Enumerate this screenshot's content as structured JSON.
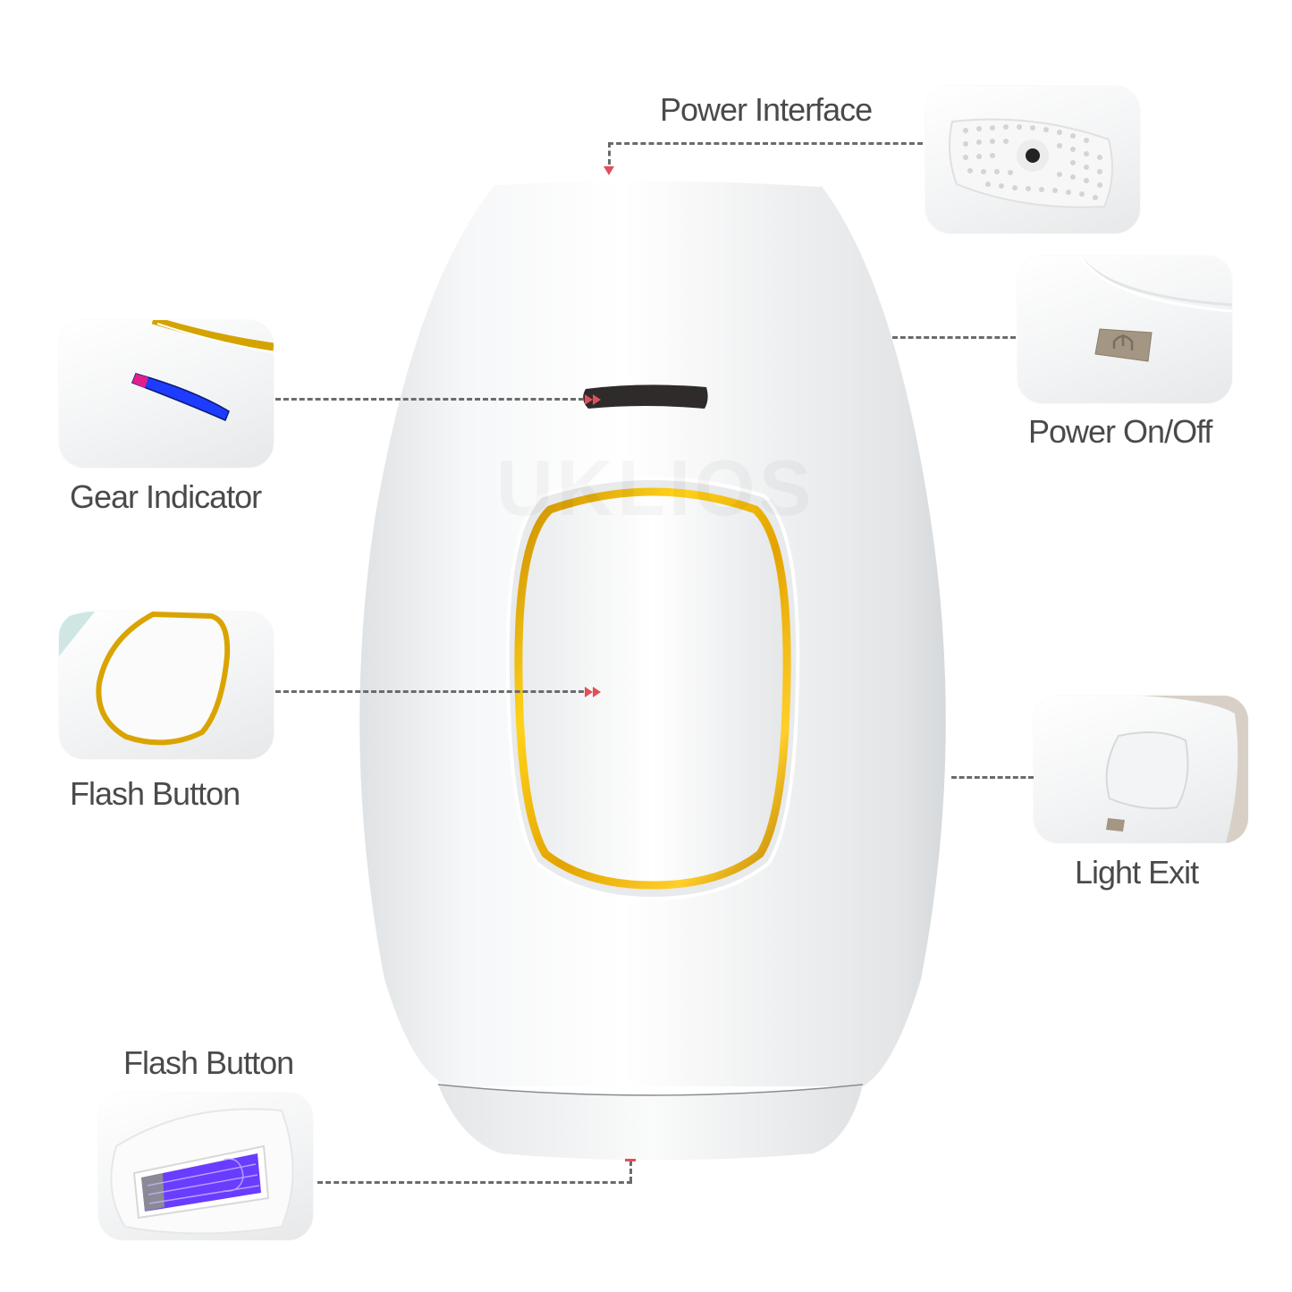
{
  "watermark": "UKLIOS",
  "callouts": {
    "power_interface": {
      "label": "Power Interface"
    },
    "power_on_off": {
      "label": "Power On/Off"
    },
    "gear_indicator": {
      "label": "Gear Indicator"
    },
    "flash_button": {
      "label": "Flash Button"
    },
    "light_exit": {
      "label": "Light Exit"
    },
    "flash_window": {
      "label": "Flash Button"
    }
  },
  "colors": {
    "label_text": "#4a4a4a",
    "leader_line": "#6b6b6b",
    "arrow_accent": "#e0505a",
    "gold_trim": "#e0a800",
    "device_body": "#f2f3f4",
    "gear_led_blue": "#1e3cff",
    "gear_led_pink": "#e0208a",
    "flash_window_purple": "#6a3cff"
  }
}
